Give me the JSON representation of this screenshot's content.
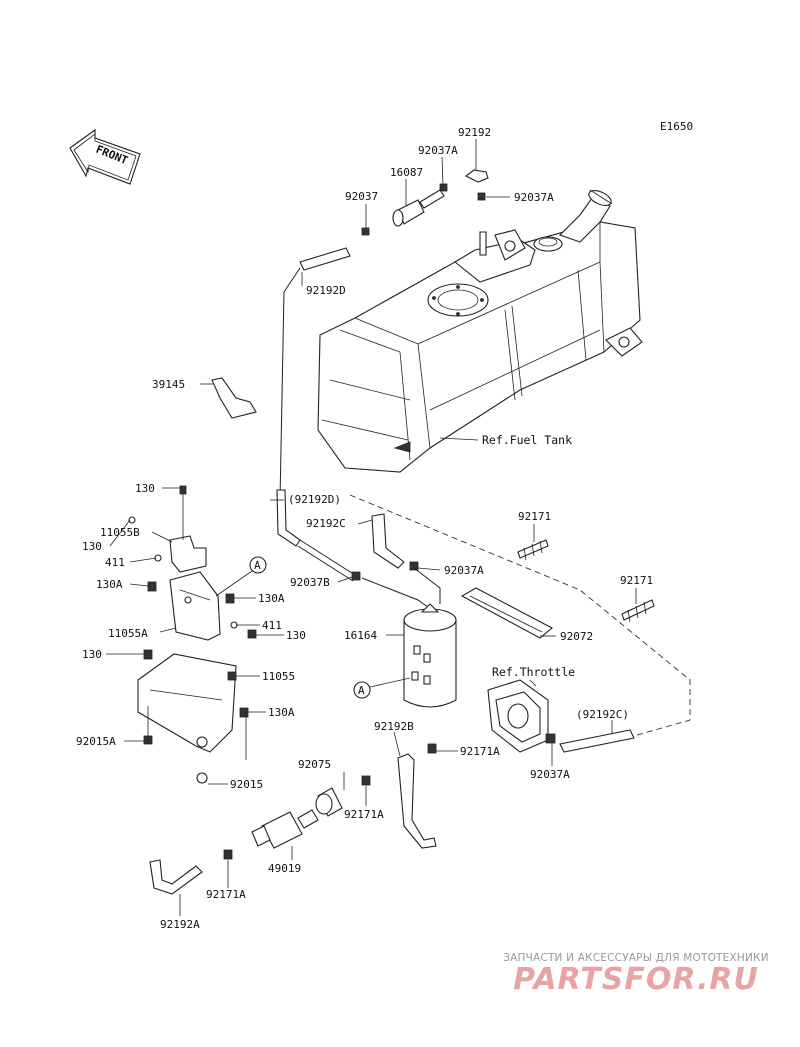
{
  "diagram": {
    "code": "E1650",
    "front_label": "FRONT",
    "references": {
      "fuel_tank": "Ref.Fuel Tank",
      "throttle": "Ref.Throttle"
    },
    "callout_letter": "A",
    "labels": {
      "p92192": "92192",
      "p92037A_top": "92037A",
      "p16087": "16087",
      "p92037": "92037",
      "p92037A_right": "92037A",
      "p92192D": "92192D",
      "p39145": "39145",
      "p92192D_paren": "(92192D)",
      "p92192C": "92192C",
      "p92171_a": "92171",
      "p92171_b": "92171",
      "p92037B": "92037B",
      "p92037A_mid": "92037A",
      "p16164": "16164",
      "p92072": "92072",
      "p92192C_paren": "(92192C)",
      "p92037A_low": "92037A",
      "p92192B": "92192B",
      "p92171A_mid": "92171A",
      "p92075": "92075",
      "p92171A_low": "92171A",
      "p49019": "49019",
      "p92171A_bottom": "92171A",
      "p92192A": "92192A",
      "p130_top": "130",
      "p11055B": "11055B",
      "p130_left": "130",
      "p411_left": "411",
      "p130A_left": "130A",
      "p130A_right": "130A",
      "p11055A": "11055A",
      "p411_right": "411",
      "p130_right": "130",
      "p130_low": "130",
      "p11055": "11055",
      "p130A_low": "130A",
      "p92015A": "92015A",
      "p92015": "92015"
    }
  },
  "watermark": {
    "tagline": "ЗАПЧАСТИ И АКСЕССУАРЫ ДЛЯ МОТОТЕХНИКИ",
    "logo": "PARTSFOR.RU"
  }
}
